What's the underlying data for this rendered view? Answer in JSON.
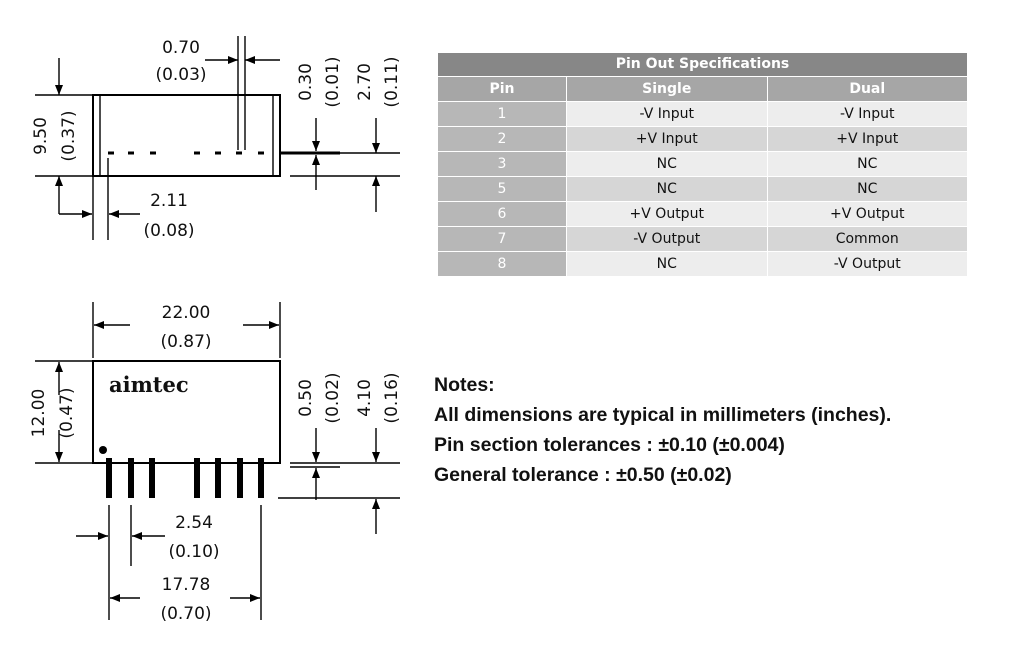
{
  "diagram": {
    "logo_text": "aimtec",
    "top_view": {
      "pin_pitch_spacing": {
        "mm": "0.70",
        "in": "(0.03)"
      },
      "pin_thickness": {
        "mm": "0.30",
        "in": "(0.01)"
      },
      "pin_offset": {
        "mm": "2.70",
        "in": "(0.11)"
      },
      "depth": {
        "mm": "9.50",
        "in": "(0.37)"
      },
      "edge_to_first_pin": {
        "mm": "2.11",
        "in": "(0.08)"
      }
    },
    "side_view": {
      "length": {
        "mm": "22.00",
        "in": "(0.87)"
      },
      "height": {
        "mm": "12.00",
        "in": "(0.47)"
      },
      "standoff": {
        "mm": "0.50",
        "in": "(0.02)"
      },
      "pin_length": {
        "mm": "4.10",
        "in": "(0.16)"
      },
      "pin_pitch": {
        "mm": "2.54",
        "in": "(0.10)"
      },
      "pin_span": {
        "mm": "17.78",
        "in": "(0.70)"
      }
    }
  },
  "pin_table": {
    "title": "Pin Out Specifications",
    "headers": [
      "Pin",
      "Single",
      "Dual"
    ],
    "rows": [
      [
        "1",
        "-V Input",
        "-V Input"
      ],
      [
        "2",
        "+V Input",
        "+V Input"
      ],
      [
        "3",
        "NC",
        "NC"
      ],
      [
        "5",
        "NC",
        "NC"
      ],
      [
        "6",
        "+V Output",
        "+V Output"
      ],
      [
        "7",
        "-V Output",
        "Common"
      ],
      [
        "8",
        "NC",
        "-V Output"
      ]
    ]
  },
  "notes": {
    "heading": "Notes:",
    "lines": [
      "All dimensions are typical in millimeters (inches).",
      "Pin section tolerances : ±0.10 (±0.004)",
      "General tolerance : ±0.50 (±0.02)"
    ]
  }
}
